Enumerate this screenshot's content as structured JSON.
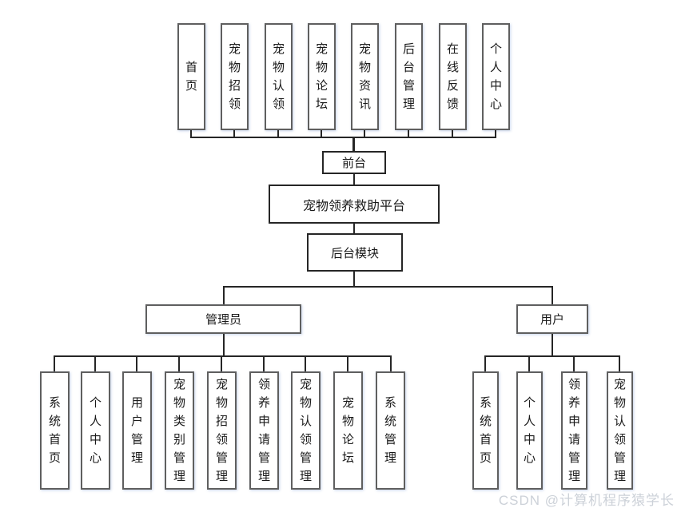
{
  "diagram": {
    "root_title": "宠物领养救助平台",
    "front_label": "前台",
    "backend_label": "后台模块",
    "admin_label": "管理员",
    "user_label": "用户",
    "front_modules": [
      "首页",
      "宠物招领",
      "宠物认领",
      "宠物论坛",
      "宠物资讯",
      "后台管理",
      "在线反馈",
      "个人中心"
    ],
    "admin_modules": [
      "系统首页",
      "个人中心",
      "用户管理",
      "宠物类别管理",
      "宠物招领管理",
      "领养申请管理",
      "宠物认领管理",
      "宠物论坛",
      "系统管理"
    ],
    "user_modules": [
      "系统首页",
      "个人中心",
      "领养申请管理",
      "宠物认领管理"
    ]
  },
  "watermark": "CSDN @计算机程序猿学长",
  "colors": {
    "background": "#ffffff",
    "leaf_box_border": "#5f5f5f",
    "spine_box_border": "#262626",
    "connector": "#262626",
    "text": "#1a1a1a",
    "watermark": "#ccd1d8"
  }
}
